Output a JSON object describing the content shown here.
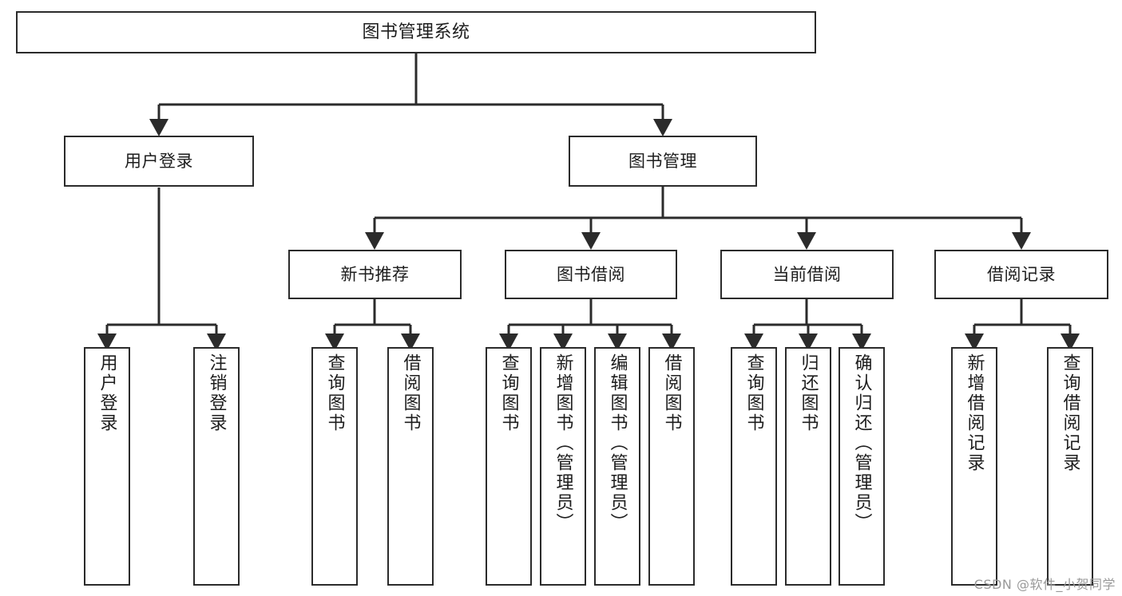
{
  "diagram": {
    "title": "图书管理系统",
    "type": "tree-hierarchy",
    "orientation": "top-down",
    "stroke_color": "#2b2b2b",
    "fill_color": "#ffffff",
    "text_color": "#1d1d1d"
  },
  "nodes": {
    "root": {
      "label": "图书管理系统"
    },
    "level1": [
      {
        "id": "user-login",
        "label": "用户登录"
      },
      {
        "id": "book-manage",
        "label": "图书管理"
      }
    ],
    "level2": [
      {
        "id": "new-book-recommend",
        "label": "新书推荐"
      },
      {
        "id": "book-borrow",
        "label": "图书借阅"
      },
      {
        "id": "current-borrow",
        "label": "当前借阅"
      },
      {
        "id": "borrow-record",
        "label": "借阅记录"
      }
    ],
    "leaves": [
      {
        "id": "leaf-user-login",
        "label": "用户登录",
        "parent": "user-login"
      },
      {
        "id": "leaf-user-logout",
        "label": "注销登录",
        "parent": "user-login"
      },
      {
        "id": "leaf-query-book-1",
        "label": "查询图书",
        "parent": "new-book-recommend"
      },
      {
        "id": "leaf-borrow-book-1",
        "label": "借阅图书",
        "parent": "new-book-recommend"
      },
      {
        "id": "leaf-query-book-2",
        "label": "查询图书",
        "parent": "book-borrow"
      },
      {
        "id": "leaf-add-book",
        "label": "新增图书（管理员）",
        "parent": "book-borrow"
      },
      {
        "id": "leaf-edit-book",
        "label": "编辑图书（管理员）",
        "parent": "book-borrow"
      },
      {
        "id": "leaf-borrow-book-2",
        "label": "借阅图书",
        "parent": "book-borrow"
      },
      {
        "id": "leaf-query-book-3",
        "label": "查询图书",
        "parent": "current-borrow"
      },
      {
        "id": "leaf-return-book",
        "label": "归还图书",
        "parent": "current-borrow"
      },
      {
        "id": "leaf-confirm-return",
        "label": "确认归还（管理员）",
        "parent": "current-borrow"
      },
      {
        "id": "leaf-add-record",
        "label": "新增借阅记录",
        "parent": "borrow-record"
      },
      {
        "id": "leaf-query-record",
        "label": "查询借阅记录",
        "parent": "borrow-record"
      }
    ]
  },
  "watermark": {
    "text": "CSDN @软件_小贺同学"
  }
}
